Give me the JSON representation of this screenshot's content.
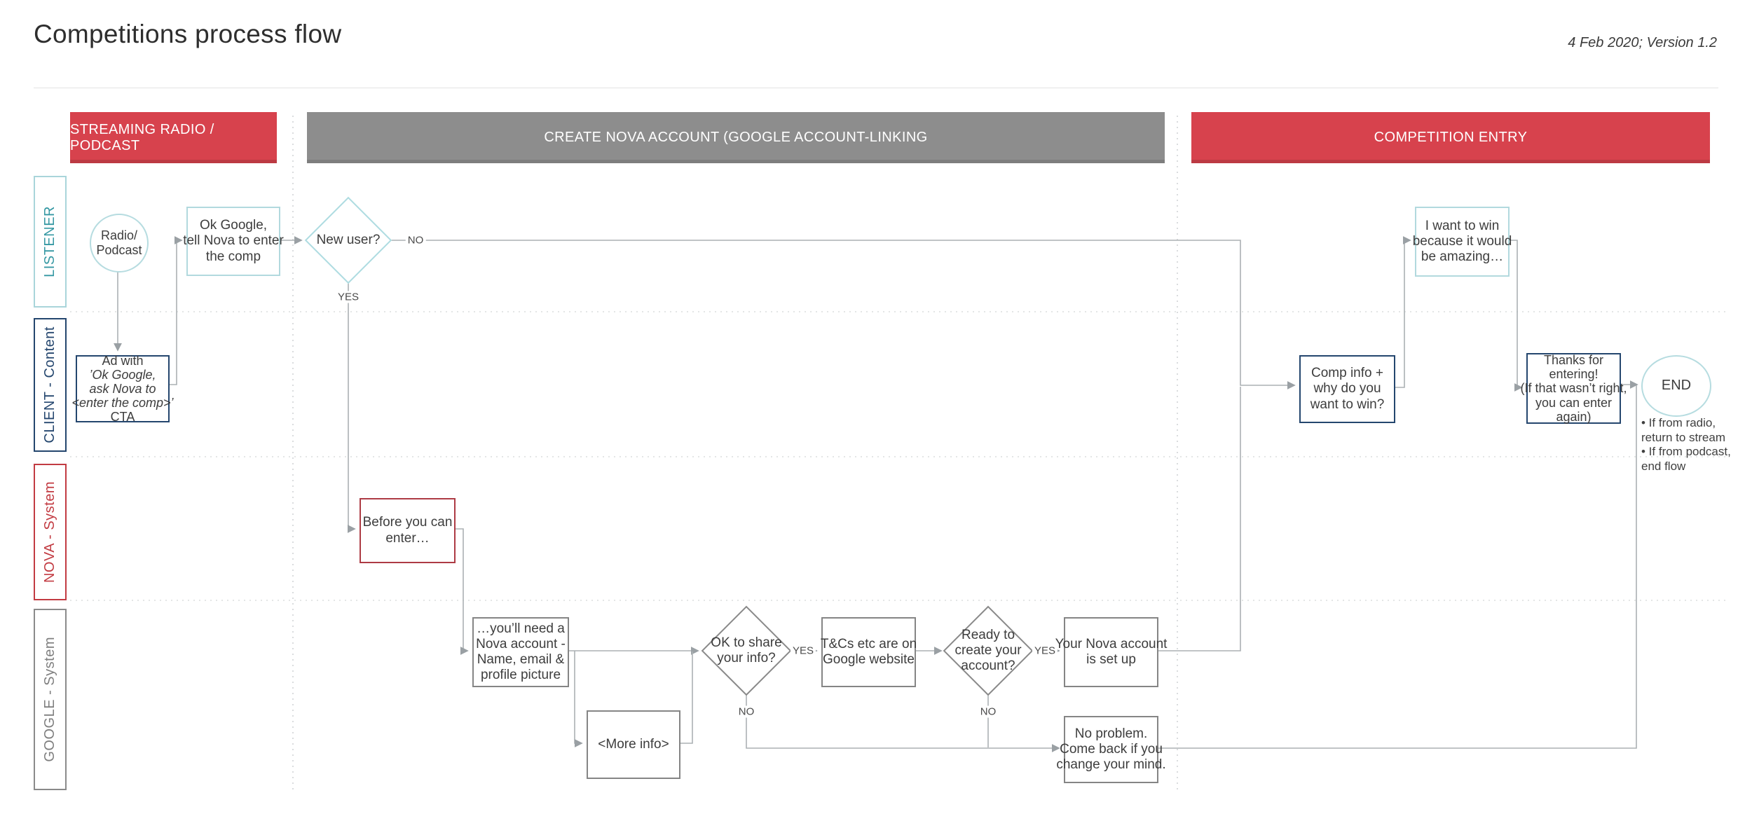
{
  "header": {
    "title": "Competitions process flow",
    "date_version": "4 Feb 2020; Version 1.2"
  },
  "sections": [
    {
      "label": "STREAMING RADIO / PODCAST"
    },
    {
      "label": "CREATE NOVA ACCOUNT (GOOGLE ACCOUNT-LINKING"
    },
    {
      "label": "COMPETITION ENTRY"
    }
  ],
  "lanes": [
    {
      "label": "LISTENER"
    },
    {
      "label": "CLIENT - Content"
    },
    {
      "label": "NOVA - System"
    },
    {
      "label": "GOOGLE - System"
    }
  ],
  "nodes": {
    "radio": {
      "lines": [
        "Radio/",
        "Podcast"
      ]
    },
    "ok_google": {
      "lines": [
        "Ok Google,",
        "tell Nova to enter",
        "the comp"
      ]
    },
    "new_user": {
      "lines": [
        "New user?"
      ],
      "no": "NO",
      "yes": "YES"
    },
    "ad": {
      "lines": [
        "Ad with",
        "’Ok Google,",
        "ask Nova to",
        "<enter the comp>’",
        "CTA"
      ]
    },
    "before": {
      "lines": [
        "Before you can",
        "enter…"
      ]
    },
    "youll_need": {
      "lines": [
        "…you’ll need a",
        "Nova account -",
        "Name, email &",
        "profile picture"
      ]
    },
    "more_info": {
      "lines": [
        "<More info>"
      ]
    },
    "ok_share": {
      "lines": [
        "OK to share",
        "your info?"
      ],
      "yes": "YES",
      "no": "NO"
    },
    "tcs": {
      "lines": [
        "T&Cs etc are on",
        "Google website"
      ]
    },
    "ready": {
      "lines": [
        "Ready to",
        "create your",
        "account?"
      ],
      "yes": "YES",
      "no": "NO"
    },
    "nova_setup": {
      "lines": [
        "Your Nova account",
        "is set up"
      ]
    },
    "no_problem": {
      "lines": [
        "No problem.",
        "Come back if you",
        "change your mind."
      ]
    },
    "comp_info": {
      "lines": [
        "Comp info +",
        "why do you",
        "want to win?"
      ]
    },
    "i_want": {
      "lines": [
        "I want to win",
        "because it would",
        "be amazing…"
      ]
    },
    "thanks": {
      "lines": [
        "Thanks for",
        "entering!",
        "(If that wasn’t right,",
        "you can enter",
        "again)"
      ]
    },
    "end": {
      "label": "END"
    },
    "end_note": {
      "lines": [
        "• If from radio,",
        "return to stream",
        "• If from podcast,",
        "end flow"
      ]
    }
  },
  "colors": {
    "section_red": "#D7424D",
    "section_gray": "#8D8D8D",
    "teal_text": "#3598A3",
    "teal_border": "#AED9DD",
    "navy": "#24466E",
    "nova_red": "#C23B42",
    "neutral_gray": "#858585",
    "connector": "#AAB0B3"
  }
}
